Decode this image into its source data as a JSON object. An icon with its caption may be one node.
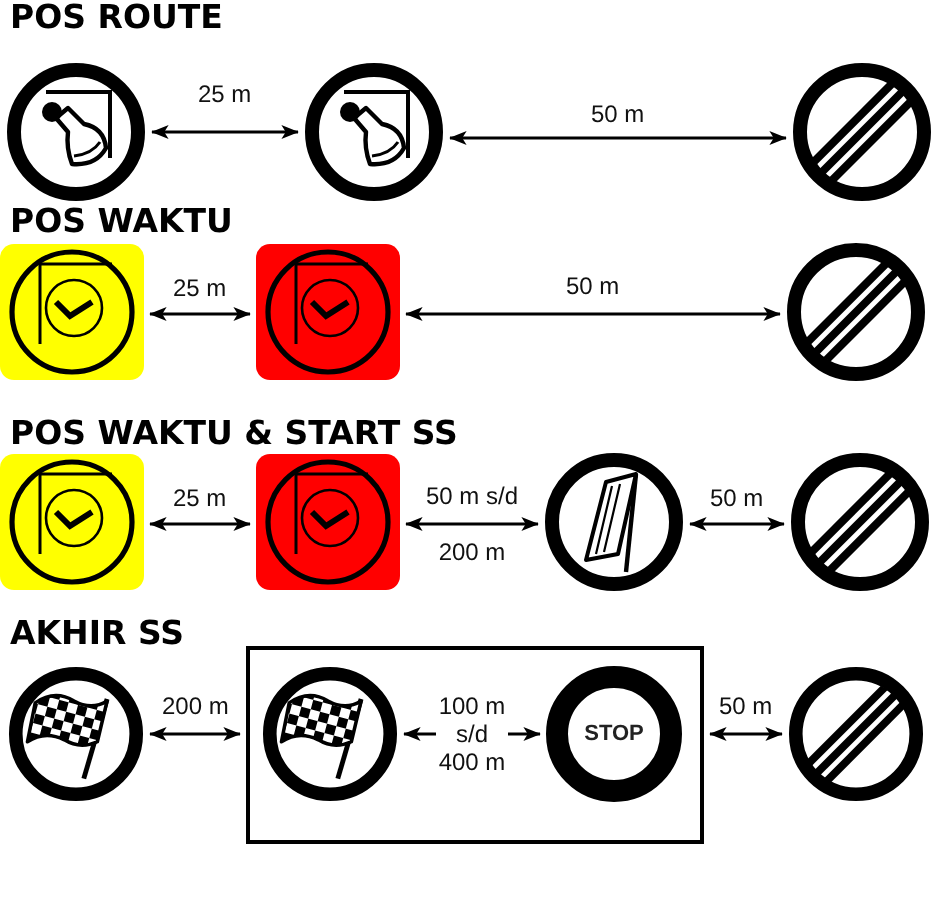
{
  "diagram": {
    "nodes": [
      {
        "text": [],
        "shape": "picture"
      },
      {
        "text": [],
        "shape": "picture"
      },
      {
        "text": [],
        "shape": "picture"
      },
      {
        "text": [],
        "shape": "picture"
      },
      {
        "text": [],
        "shape": "picture"
      },
      {
        "text": [],
        "shape": "picture"
      },
      {
        "text": [],
        "shape": "picture"
      },
      {
        "text": [],
        "shape": "picture"
      },
      {
        "text": [],
        "shape": "picture"
      },
      {
        "text": [],
        "shape": "picture"
      },
      {
        "text": [],
        "shape": "picture"
      },
      {
        "text": [],
        "shape": "box"
      },
      {
        "text": [],
        "shape": "picture",
        "in": 11
      },
      {
        "text": [
          "STOP"
        ],
        "in": 11
      },
      {
        "text": [],
        "shape": "picture"
      }
    ],
    "edges": [
      {
        "from": 0,
        "to": 1,
        "arrow": "both",
        "label": "25 m"
      },
      {
        "from": 1,
        "to": 2,
        "arrow": "both",
        "label": "50 m"
      },
      {
        "from": 3,
        "to": 4,
        "arrow": "both",
        "label": "25 m"
      },
      {
        "from": 4,
        "to": 5,
        "arrow": "both",
        "label": "50 m"
      },
      {
        "from": 6,
        "to": 7,
        "arrow": "both",
        "label": "25 m"
      },
      {
        "from": 7,
        "to": 8,
        "arrow": "both",
        "label": "50 m s/d 200 m"
      },
      {
        "from": 8,
        "to": 9,
        "arrow": "both",
        "label": "50 m"
      },
      {
        "from": 10,
        "to": 11,
        "arrow": "both",
        "label": "200 m"
      },
      {
        "from": 12,
        "to": 13,
        "arrow": "both",
        "label": "100 m s/d 400 m"
      },
      {
        "from": 11,
        "to": 14,
        "arrow": "both",
        "label": "50 m"
      }
    ],
    "labels": [
      "POS ROUTE",
      "POS WAKTU",
      "POS WAKTU & START SS",
      "AKHIR SS"
    ]
  }
}
